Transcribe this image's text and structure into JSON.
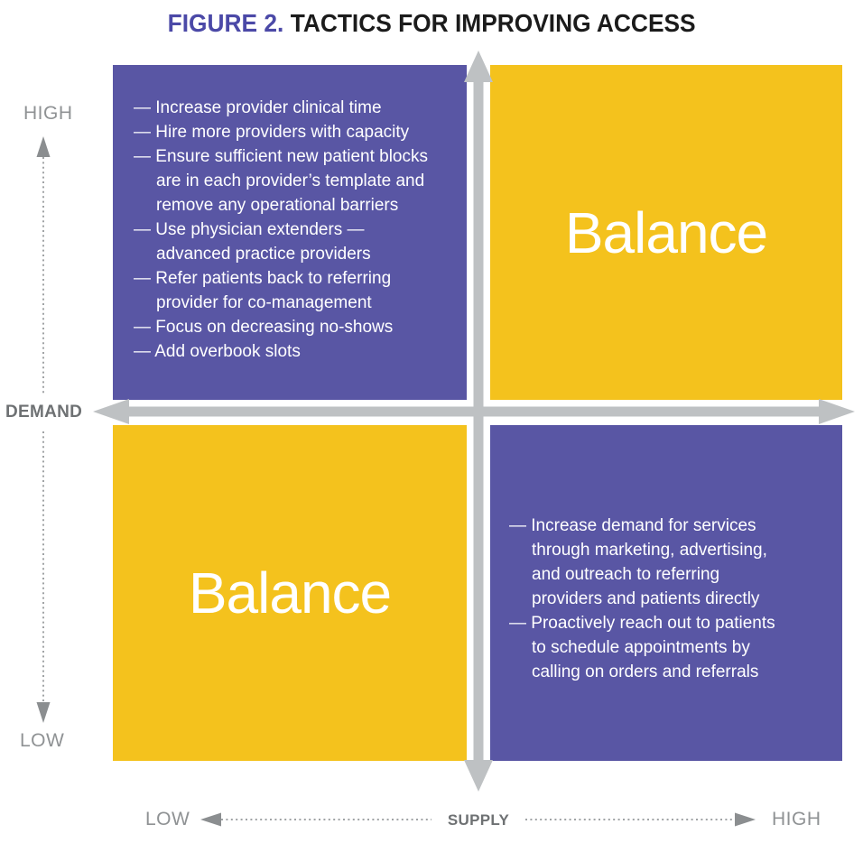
{
  "title": {
    "figure_label": "FIGURE 2.",
    "text": "TACTICS FOR IMPROVING ACCESS"
  },
  "colors": {
    "quadrant_purple": "#5956A4",
    "quadrant_yellow": "#F4C21D",
    "cross_arrow_gray": "#BEC1C3",
    "dotted_line_gray": "#A0A3A5",
    "small_arrowhead_gray": "#8B8E90",
    "axis_text_gray": "#8F9294",
    "axis_bold_text_gray": "#6E7173",
    "title_purple": "#4B49A7",
    "title_black": "#1B1B1B",
    "text_white": "#FFFFFF"
  },
  "axes": {
    "demand": {
      "label": "DEMAND",
      "high": "HIGH",
      "low": "LOW"
    },
    "supply": {
      "label": "SUPPLY",
      "high": "HIGH",
      "low": "LOW"
    }
  },
  "quadrants": {
    "top_left": {
      "description": "high demand / low supply tactics",
      "items": [
        "— Increase provider clinical time",
        "— Hire more providers with capacity",
        "— Ensure sufficient new patient blocks\nare in each provider’s template and\nremove any operational barriers",
        "— Use physician extenders —\nadvanced practice providers",
        "— Refer patients back to referring\nprovider for co-management",
        "— Focus on decreasing no-shows",
        "— Add overbook slots"
      ]
    },
    "top_right": {
      "label": "Balance"
    },
    "bottom_left": {
      "label": "Balance"
    },
    "bottom_right": {
      "description": "low demand / high supply tactics",
      "items": [
        "— Increase demand for services\nthrough marketing, advertising,\nand outreach to referring\nproviders and patients directly",
        "— Proactively reach out to patients\nto schedule appointments by\ncalling on orders and referrals"
      ]
    }
  }
}
